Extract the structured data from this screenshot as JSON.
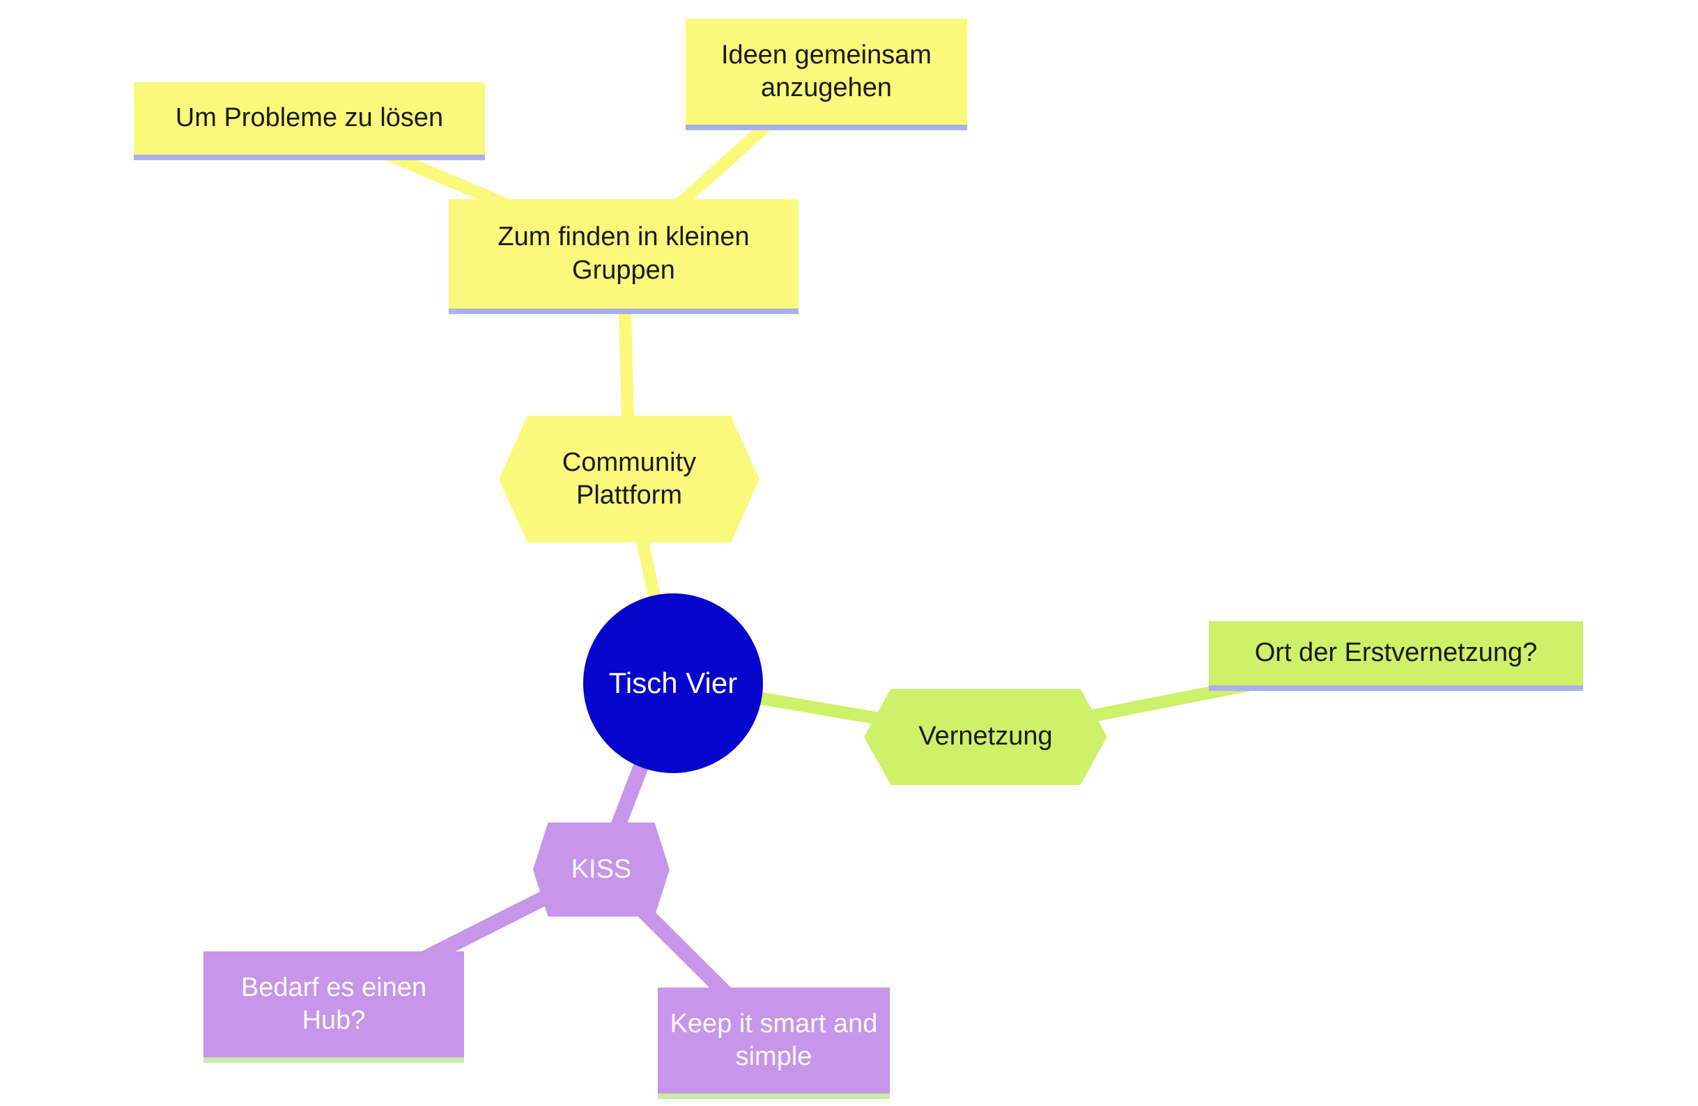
{
  "colors": {
    "branch_yellow": "#FBF97B",
    "branch_green": "#CDF169",
    "branch_purple": "#C795E9",
    "root_blue": "#0606CC",
    "underline_lavender": "#ABB0E8",
    "underline_green": "#CBEBA9",
    "text_dark": "#1A1A1A",
    "text_light": "#FFFFFF"
  },
  "nodes": {
    "root": {
      "label": "Tisch Vier"
    },
    "community": {
      "label": "Community Plattform"
    },
    "zum_finden": {
      "label": "Zum finden in kleinen Gruppen"
    },
    "um_probleme": {
      "label": "Um Probleme zu lösen"
    },
    "ideen": {
      "label": "Ideen gemeinsam anzugehen"
    },
    "vernetzung": {
      "label": "Vernetzung"
    },
    "ort": {
      "label": "Ort der Erstvernetzung?"
    },
    "kiss": {
      "label": "KISS"
    },
    "bedarf": {
      "label": "Bedarf es einen Hub?"
    },
    "keep": {
      "label": "Keep it smart and simple"
    }
  },
  "edges": [
    {
      "from": "root",
      "to": "community",
      "color": "yellow"
    },
    {
      "from": "community",
      "to": "zum_finden",
      "color": "yellow"
    },
    {
      "from": "zum_finden",
      "to": "um_probleme",
      "color": "yellow"
    },
    {
      "from": "zum_finden",
      "to": "ideen",
      "color": "yellow"
    },
    {
      "from": "root",
      "to": "vernetzung",
      "color": "green"
    },
    {
      "from": "vernetzung",
      "to": "ort",
      "color": "green"
    },
    {
      "from": "root",
      "to": "kiss",
      "color": "purple"
    },
    {
      "from": "kiss",
      "to": "bedarf",
      "color": "purple"
    },
    {
      "from": "kiss",
      "to": "keep",
      "color": "purple"
    }
  ]
}
